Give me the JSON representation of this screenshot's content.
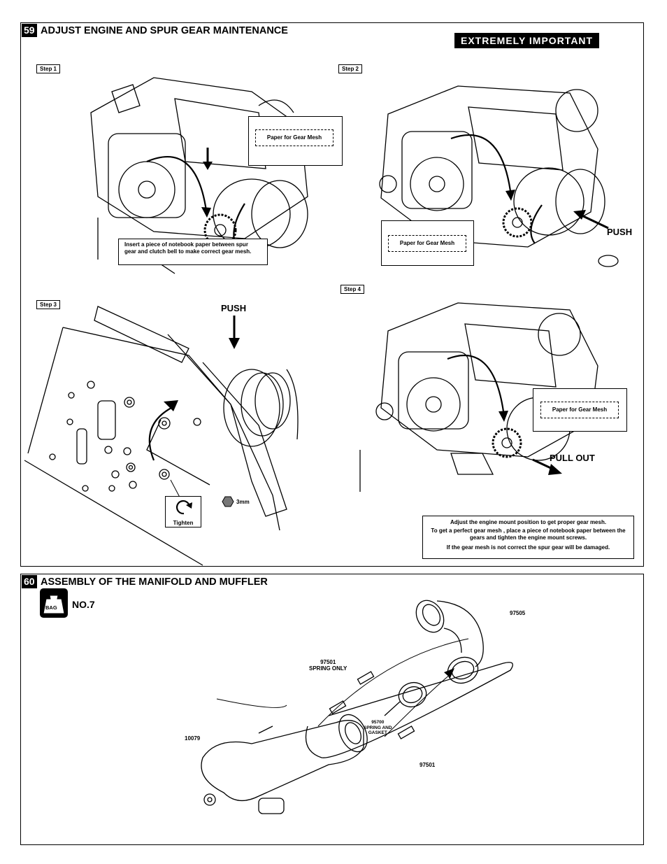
{
  "section59": {
    "number": "59",
    "title": "ADJUST ENGINE AND SPUR GEAR MAINTENANCE",
    "badge": "EXTREMELY IMPORTANT",
    "steps": [
      "Step 1",
      "Step 2",
      "Step 3",
      "Step 4"
    ],
    "paper_label": "Paper for Gear Mesh",
    "step1_note": "Insert a piece of notebook paper between spur gear and clutch bell  to make correct gear mesh.",
    "push_label": "PUSH",
    "pull_out_label": "PULL OUT",
    "hex_size": "3mm",
    "tighten_label": "Tighten",
    "instructions": [
      "Adjust the engine mount position to get proper gear mesh.",
      "To get a perfect gear mesh , place a piece of notebook paper between the gears and tighten the engine mount screws.",
      "If the gear mesh is not correct the spur gear will be damaged."
    ]
  },
  "section60": {
    "number": "60",
    "title": "ASSEMBLY OF THE MANIFOLD AND MUFFLER",
    "bag_label": "BAG",
    "bag_number": "NO.7",
    "parts": {
      "manifold": "97505",
      "spring_only_num": "97501",
      "spring_only_text": "SPRING ONLY",
      "gasket_num": "95700",
      "gasket_line1": "SPRING AND",
      "gasket_line2": "GASKET",
      "spring_lower": "97501",
      "muffler": "10079"
    }
  }
}
